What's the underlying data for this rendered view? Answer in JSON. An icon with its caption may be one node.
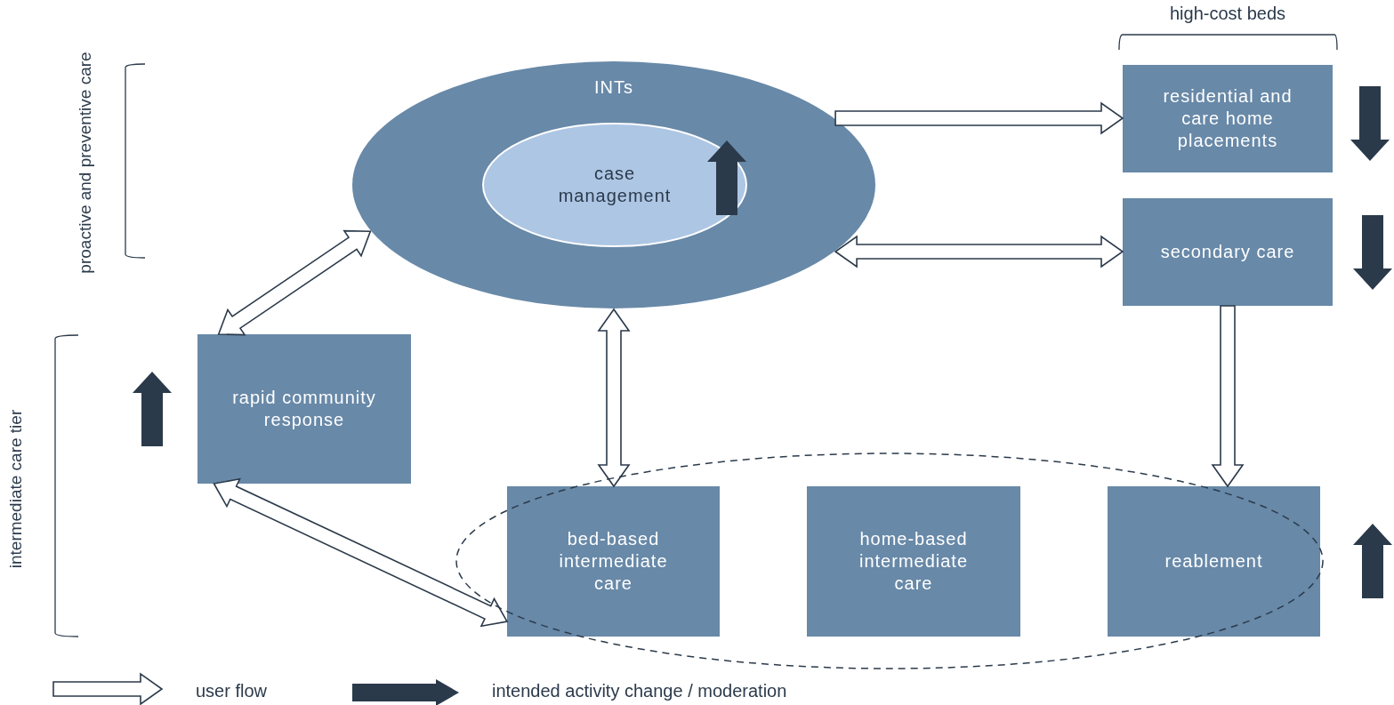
{
  "diagram": {
    "nodes": [
      {
        "text": [
          "INTs"
        ]
      },
      {
        "text": [
          "case management"
        ],
        "in": 0
      },
      {
        "text": [
          "residential and care home placements"
        ]
      },
      {
        "text": [
          "secondary care"
        ]
      },
      {
        "text": [
          "rapid community response"
        ]
      },
      {
        "text": [
          "bed-based intermediate care"
        ]
      },
      {
        "text": [
          "home-based intermediate care"
        ]
      },
      {
        "text": [
          "reablement"
        ]
      }
    ],
    "edges": [
      {
        "from": 0,
        "to": 2,
        "arrow": "to"
      },
      {
        "from": 0,
        "to": 3,
        "arrow": "both"
      },
      {
        "from": 4,
        "to": 0,
        "arrow": "both"
      },
      {
        "from": 0,
        "to": 5,
        "arrow": "both"
      },
      {
        "from": 3,
        "to": 7,
        "arrow": "to"
      },
      {
        "from": 4,
        "to": 5,
        "arrow": "both"
      }
    ],
    "labels": [
      "high-cost beds",
      "proactive and preventive care",
      "intermediate care tier"
    ],
    "legend": [
      {
        "text": "user flow"
      },
      {
        "text": "intended activity change / moderation"
      }
    ]
  }
}
